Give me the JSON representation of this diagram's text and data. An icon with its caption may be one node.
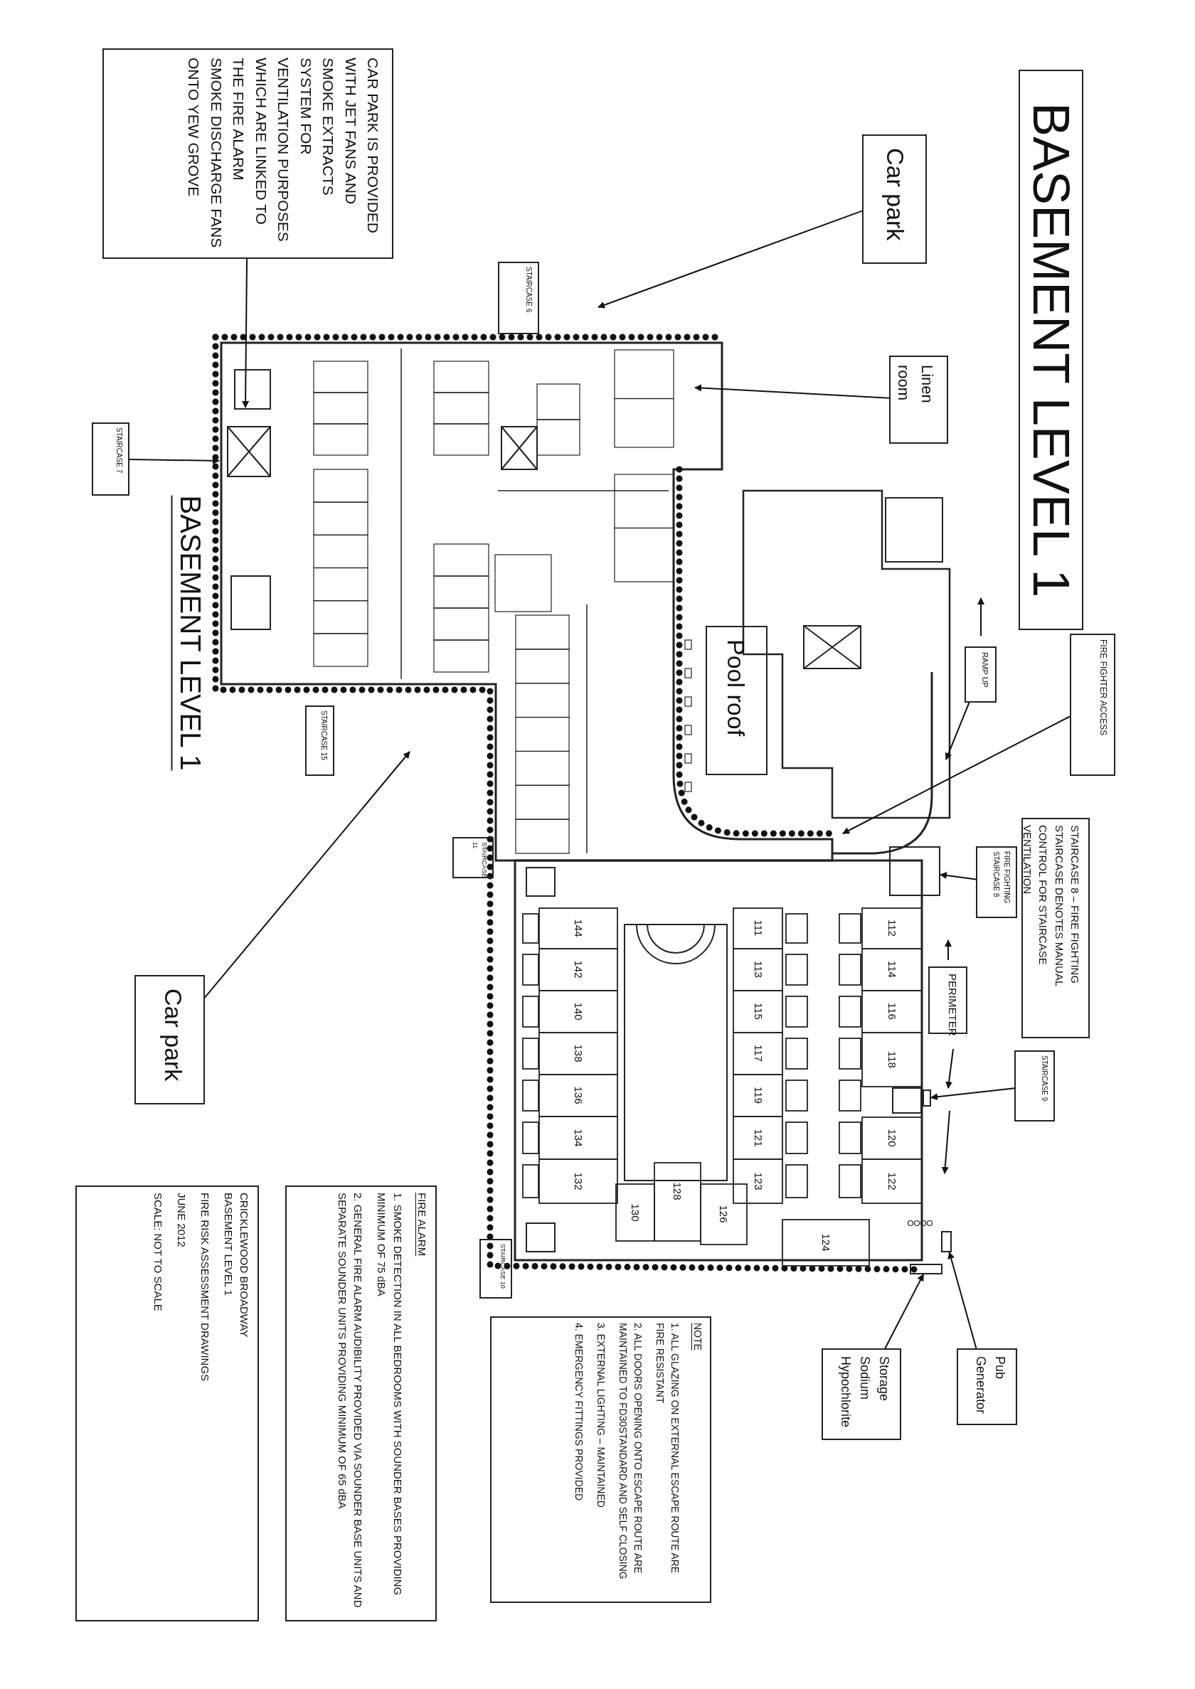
{
  "diagram": {
    "title": "BASEMENT LEVEL 1",
    "nodes": [
      {
        "text": [
          "Car park"
        ]
      },
      {
        "text": [
          "Linen room"
        ]
      },
      {
        "text": [
          "CAR PARK IS PROVIDED WITH JET FANS AND SMOKE EXTRACTS SYSTEM FOR VENTILATION PURPOSES WHICH ARE LINKED TO THE FIRE ALARM",
          "SMOKE DISCHARGE FANS ONTO YEW GROVE"
        ]
      },
      {
        "text": [
          "STAIRCASE 6"
        ]
      },
      {
        "text": [
          "STAIRCASE 7"
        ]
      },
      {
        "text": [
          "STAIRCASE 15"
        ]
      },
      {
        "text": [
          "Car park"
        ]
      },
      {
        "text": [
          "Pool roof"
        ]
      },
      {
        "text": [
          "RAMP UP"
        ]
      },
      {
        "text": [
          "FIRE FIGHTER ACCESS"
        ]
      },
      {
        "text": [
          "STAIRCASE 11"
        ]
      },
      {
        "text": [
          "STAIRCASE 8 – FIRE FIGHTING STAIRCASE DENOTES MANUAL CONTROL FOR STAIRCASE VENTILATION"
        ]
      },
      {
        "text": [
          "FIRE FIGHTING STAIRCASE 8"
        ]
      },
      {
        "text": [
          "PERIMETER"
        ]
      },
      {
        "text": [
          "STAIRCASE 9"
        ]
      },
      {
        "text": [
          "STAIRCASE 10"
        ]
      },
      {
        "text": [
          "Pub Generator"
        ]
      },
      {
        "text": [],
        "shape": "box"
      },
      {
        "text": [
          "Storage Sodium Hypochlorite"
        ]
      },
      {
        "text": [],
        "shape": "box"
      },
      {
        "text": [
          "NOTE",
          "1. ALL GLAZING ON EXTERNAL ESCAPE ROUTE ARE FIRE RESISTANT",
          "2. ALL DOORS OPENING ONTO ESCAPE ROUTE ARE MAINTAINED TO FD30STANDARD AND SELF CLOSING",
          "3. EXTERNAL LIGHTING – MAINTAINED",
          "4. EMERGENCY FITTINGS PROVIDED"
        ]
      },
      {
        "text": [
          "FIRE ALARM",
          "1. SMOKE DETECTION IN ALL BEDROOMS WITH SOUNDER BASES PROVIDING MINIMUM OF 75 dBA",
          "2. GENERAL FIRE ALARM AUDIBILITY PROVIDED VIA SOUNDER BASE UNITS AND SEPARATE SOUNDER UNITS PROVIDING MINIMUM OF 65 dBA"
        ]
      },
      {
        "text": [
          "CRICKLEWOOD BROADWAY",
          "BASEMENT LEVEL 1",
          "FIRE RISK ASSESSMENT DRAWINGS",
          "JUNE 2012",
          "SCALE: NOT TO SCALE"
        ]
      },
      {
        "text": [],
        "shape": "box"
      },
      {
        "text": [],
        "shape": "box"
      }
    ],
    "edges": [
      {
        "from": 0,
        "to": null,
        "arrow": "to"
      },
      {
        "from": 1,
        "to": null,
        "arrow": "to"
      },
      {
        "from": 2,
        "to": null,
        "arrow": "to"
      },
      {
        "from": 4,
        "to": null,
        "arrow": "to"
      },
      {
        "from": 6,
        "to": null,
        "arrow": "to"
      },
      {
        "from": 8,
        "to": null,
        "arrow": "to"
      },
      {
        "from": 9,
        "to": null,
        "arrow": "to"
      },
      {
        "from": 12,
        "to": 23,
        "arrow": "to"
      },
      {
        "from": 14,
        "to": 24,
        "arrow": "to"
      },
      {
        "from": 16,
        "to": 17,
        "arrow": "to"
      },
      {
        "from": 18,
        "to": 19,
        "arrow": "to"
      }
    ],
    "labels": [
      "BASEMENT LEVEL 1",
      "112",
      "114",
      "116",
      "118",
      "120",
      "122",
      "111",
      "113",
      "115",
      "117",
      "119",
      "121",
      "123",
      "124",
      "126",
      "128",
      "130",
      "144",
      "142",
      "140",
      "138",
      "136",
      "134",
      "132"
    ]
  }
}
